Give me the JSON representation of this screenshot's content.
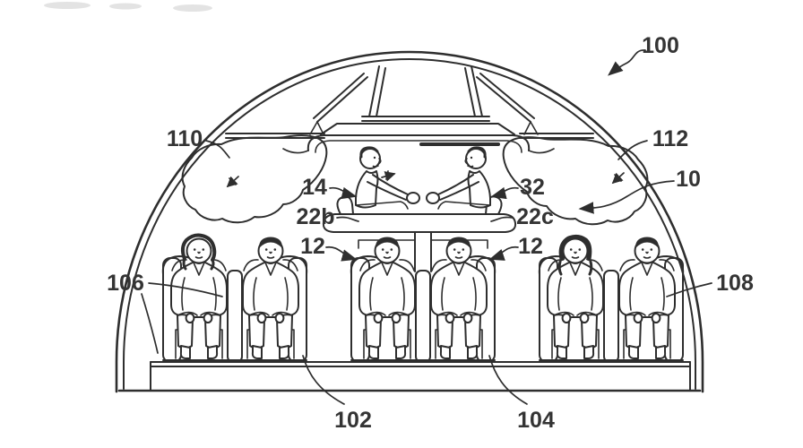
{
  "figure": {
    "paper_color": "#ffffff",
    "ink_color": "#2e2e2e"
  },
  "labels": {
    "assembly": "100",
    "cabin": "10",
    "overhead_area_left": "110",
    "overhead_area_right": "112",
    "upper_passenger_left": "14",
    "upper_passenger_right": "32",
    "upper_seat_left": "22b",
    "upper_seat_right": "22c",
    "center_seat_left": "12",
    "center_seat_right": "12",
    "window_passenger_left": "106",
    "window_passenger_right": "108",
    "floor_section_left": "102",
    "floor_section_right": "104"
  }
}
